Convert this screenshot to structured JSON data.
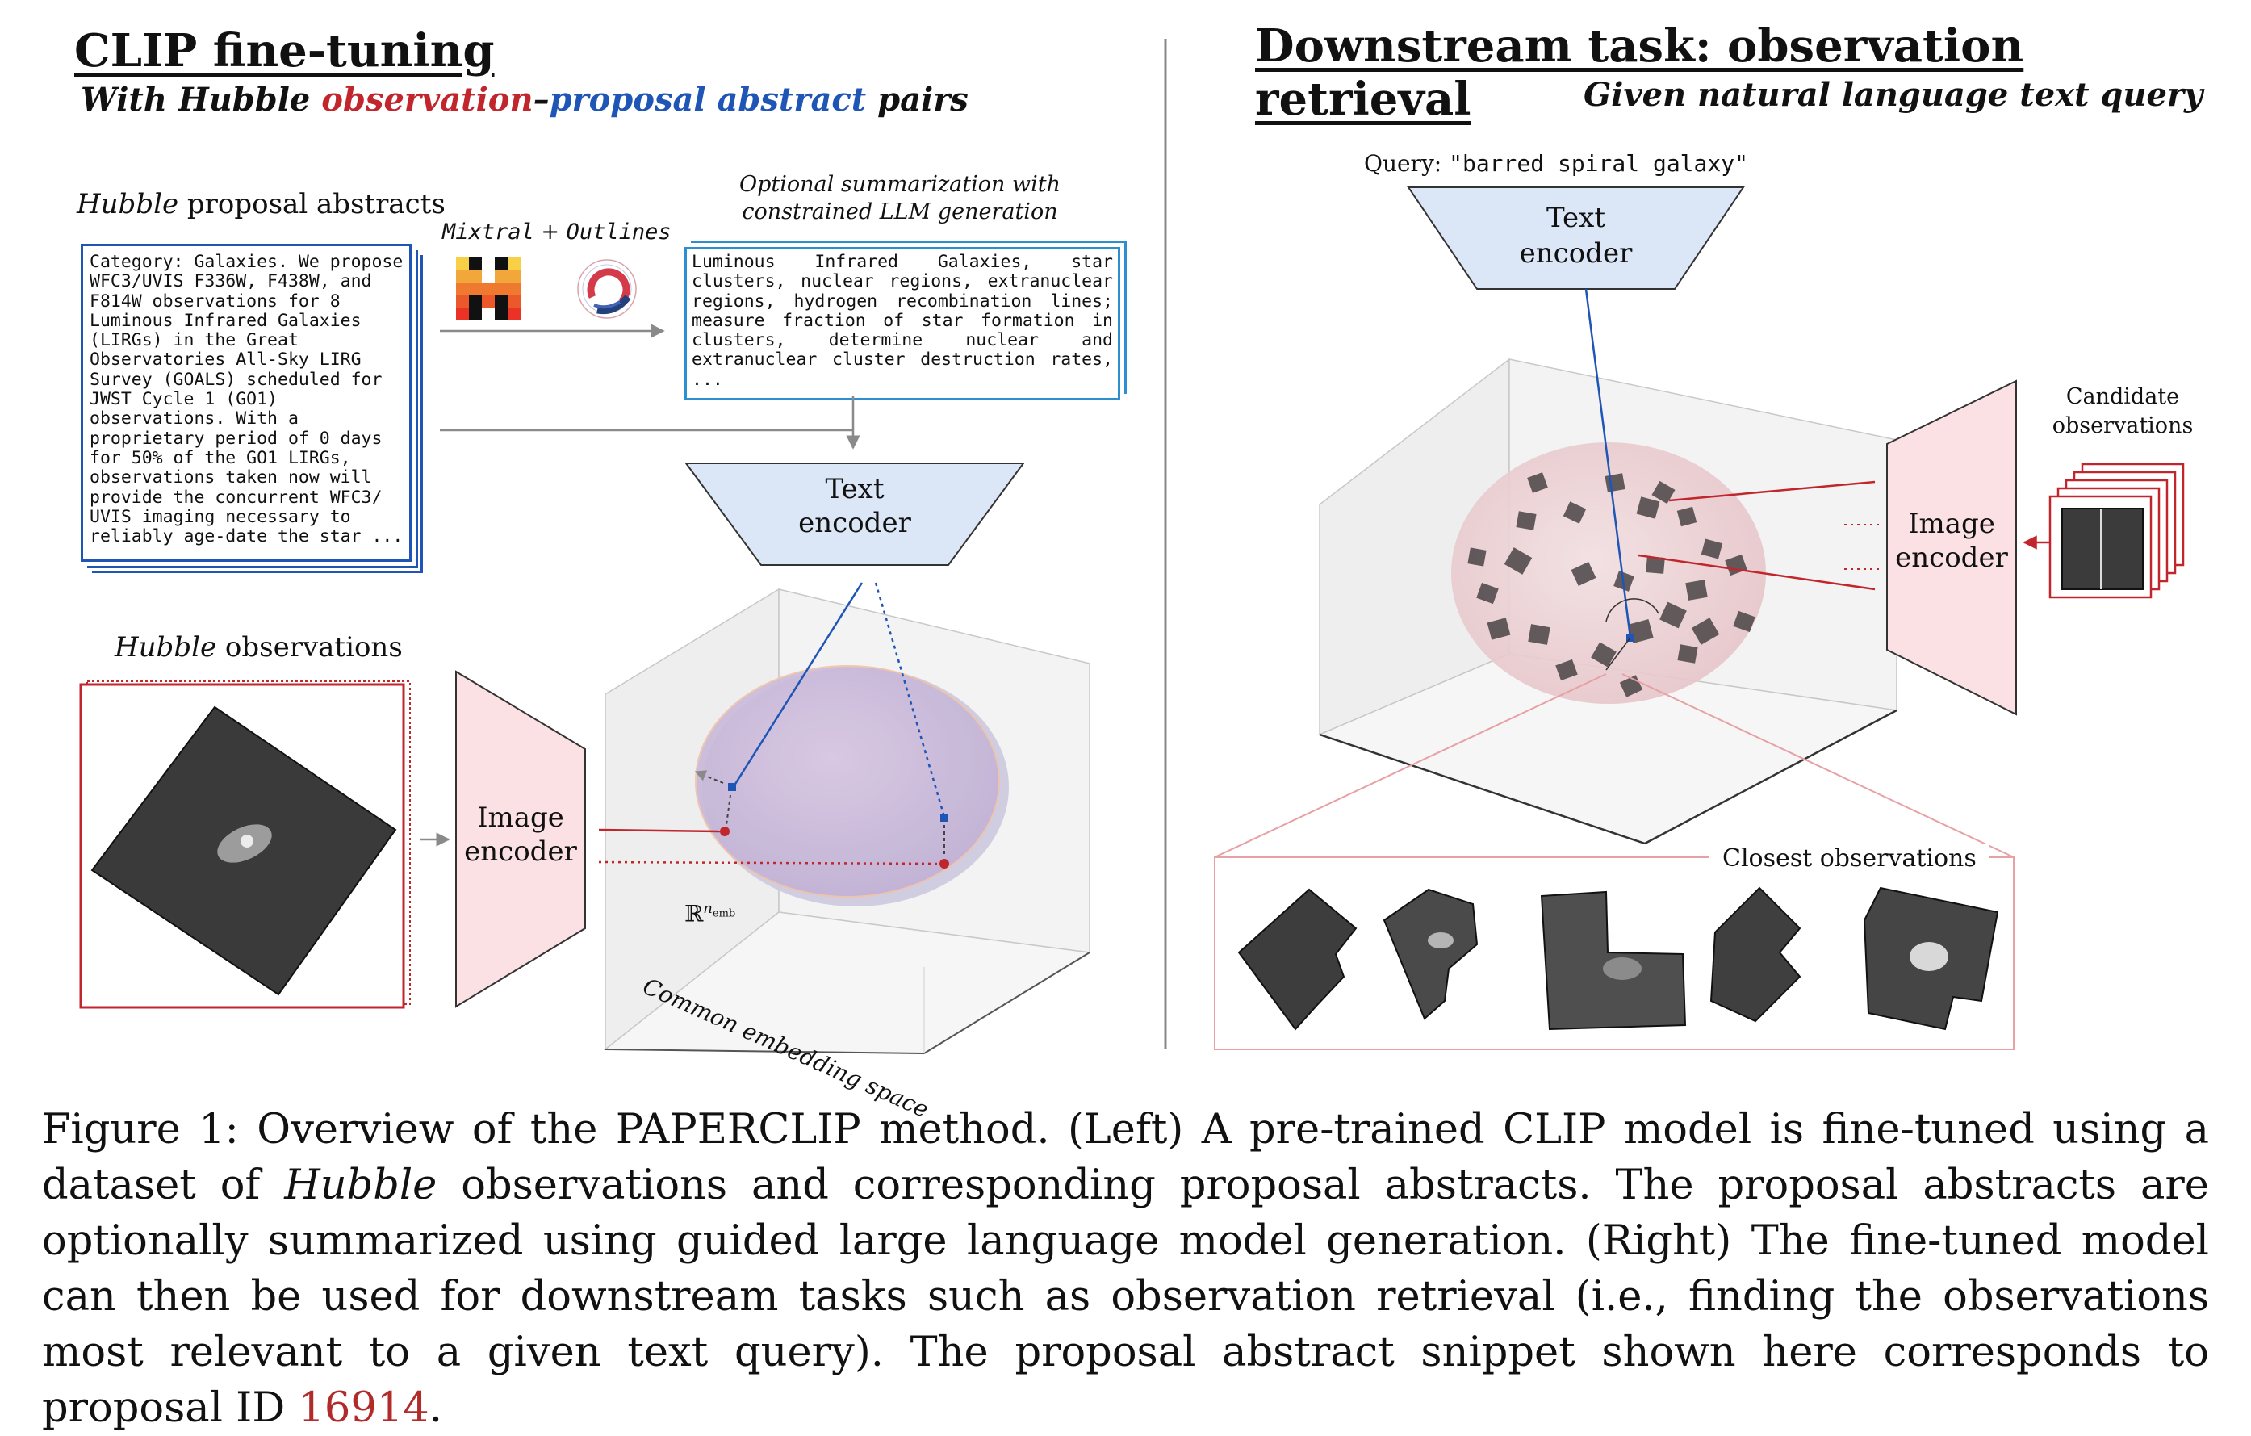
{
  "left": {
    "title": "CLIP fine-tuning",
    "subtitle": {
      "prefix": "With Hubble ",
      "red": "observation",
      "dash": "–",
      "blue": "proposal abstract",
      "suffix": " pairs"
    },
    "abstracts_label": {
      "italic": "Hubble",
      "rest": " proposal abstracts"
    },
    "abstract_text": "Category: Galaxies. We propose\nWFC3/UVIS F336W, F438W, and\nF814W observations for 8\nLuminous Infrared Galaxies\n(LIRGs) in the Great\nObservatories All-Sky LIRG\nSurvey (GOALS) scheduled for\nJWST Cycle 1 (GO1)\nobservations. With a\nproprietary period of 0 days\nfor 50% of the GO1 LIRGs,\nobservations taken now will\nprovide the concurrent WFC3/\nUVIS imaging necessary to\nreliably age-date the star ...",
    "llm_label": {
      "a": "Mixtral",
      "plus": " + ",
      "b": "Outlines"
    },
    "optional_label": {
      "line1": "Optional summarization with",
      "line2": "constrained LLM generation"
    },
    "summary_text": "Luminous Infrared Galaxies, star clusters, nuclear regions, extranuclear regions, hydrogen recombination lines; measure fraction of star formation in clusters, determine nuclear and extranuclear cluster destruction rates, ...",
    "text_encoder": {
      "line1": "Text",
      "line2": "encoder"
    },
    "observations_label": {
      "italic": "Hubble",
      "rest": " observations"
    },
    "image_encoder": {
      "line1": "Image",
      "line2": "encoder"
    },
    "space_symbol": "ℝ",
    "space_sup": "n",
    "space_sub": "emb",
    "space_label": "Common embedding space"
  },
  "right": {
    "title": "Downstream task: observation retrieval",
    "subtitle": "Given natural language text query",
    "query_prefix": "Query: ",
    "query_text": "\"barred spiral galaxy\"",
    "text_encoder": {
      "line1": "Text",
      "line2": "encoder"
    },
    "image_encoder": {
      "line1": "Image",
      "line2": "encoder"
    },
    "candidate_label": {
      "line1": "Candidate",
      "line2": "observations"
    },
    "closest_label": "Closest observations"
  },
  "caption": {
    "part1": "Figure 1:  Overview of the PAPERCLIP method.  (Left) A pre-trained CLIP model is fine-tuned using a dataset of ",
    "italic": "Hubble",
    "part2": " observations and corresponding proposal abstracts.  The proposal abstracts are optionally summarized using guided large language model generation.  (Right) The fine-tuned model can then be used for downstream tasks such as observation retrieval (i.e., finding the observations most relevant to a given text query).  The proposal abstract snippet shown here corresponds to proposal ID ",
    "ref": "16914",
    "end": "."
  },
  "colors": {
    "red": "#c0262c",
    "blue": "#1f55b5",
    "cyan": "#2d8fd0",
    "encoder_blue": "#dbe6f7",
    "encoder_pink": "#fbe1e3"
  }
}
